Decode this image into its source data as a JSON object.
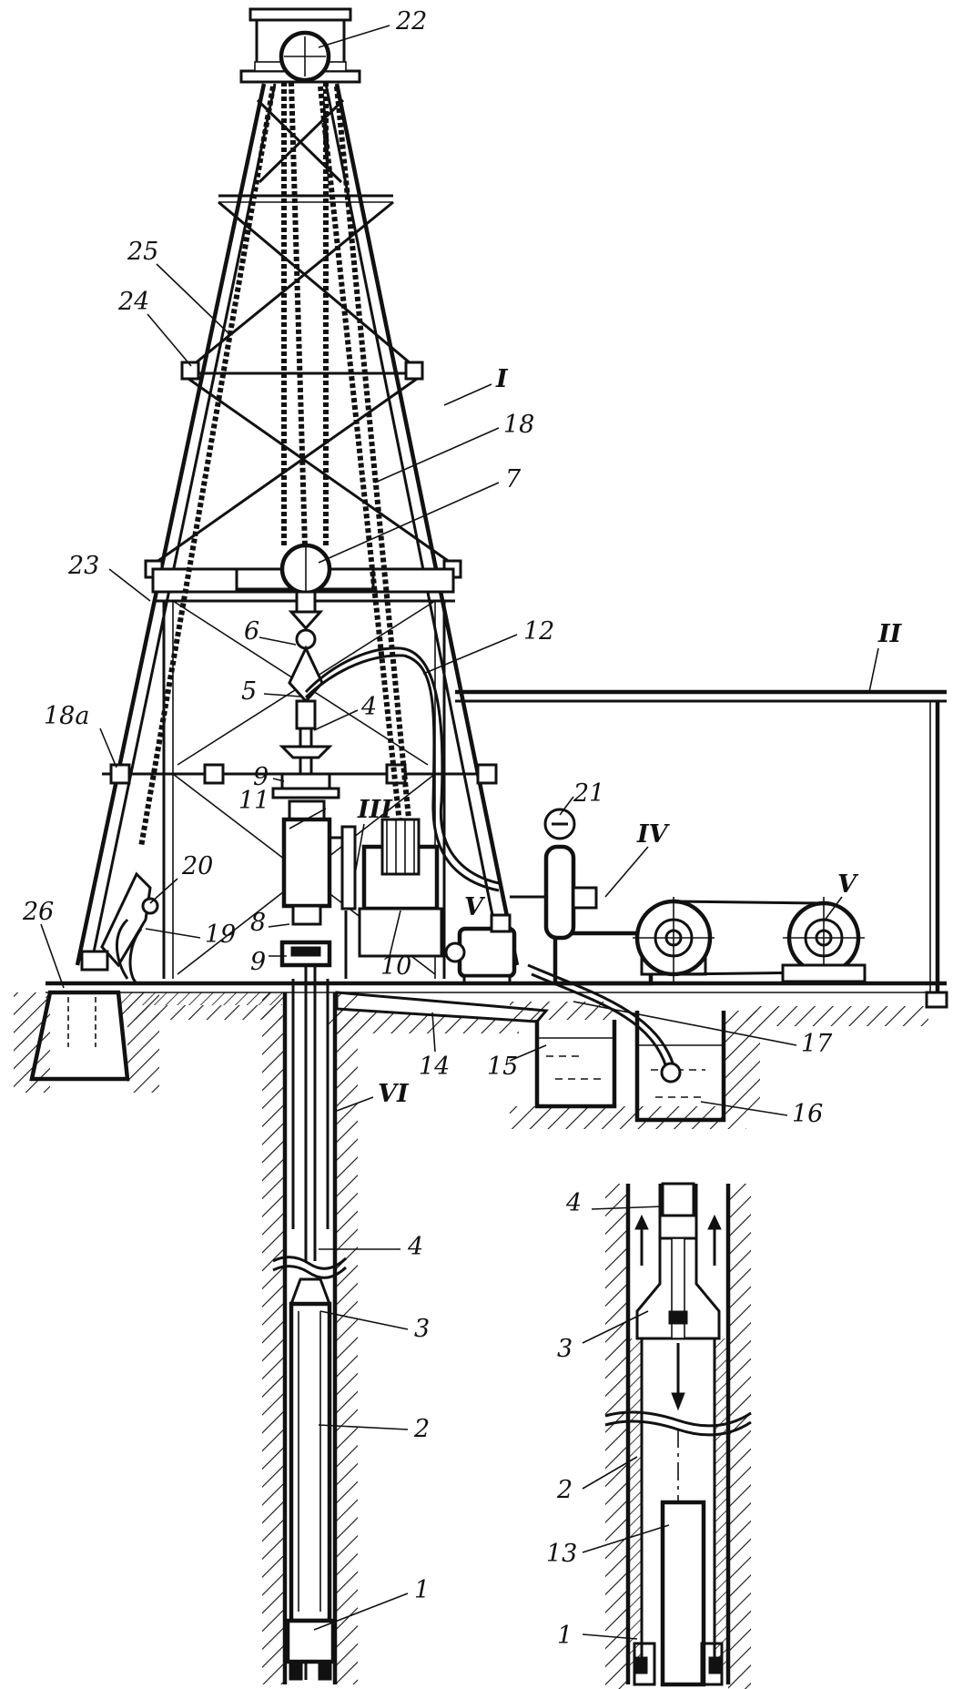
{
  "labels": {
    "l22": "22",
    "l25": "25",
    "l24": "24",
    "lI": "I",
    "l18": "18",
    "l7": "7",
    "l23": "23",
    "l6": "6",
    "l12": "12",
    "lII": "II",
    "l5": "5",
    "l4a": "4",
    "l18a": "18a",
    "l9a": "9",
    "l21": "21",
    "l11": "11",
    "lIII": "III",
    "lIV": "IV",
    "lV1": "V",
    "l26": "26",
    "l20": "20",
    "l8": "8",
    "l19": "19",
    "lV2": "V",
    "l10": "10",
    "l9b": "9",
    "l17": "17",
    "l14": "14",
    "l15": "15",
    "l16": "16",
    "lVI": "VI",
    "l4b": "4",
    "l3a": "3",
    "l2a": "2",
    "l1a": "1",
    "l4c": "4",
    "l3b": "3",
    "l2b": "2",
    "l13": "13",
    "l1b": "1"
  }
}
